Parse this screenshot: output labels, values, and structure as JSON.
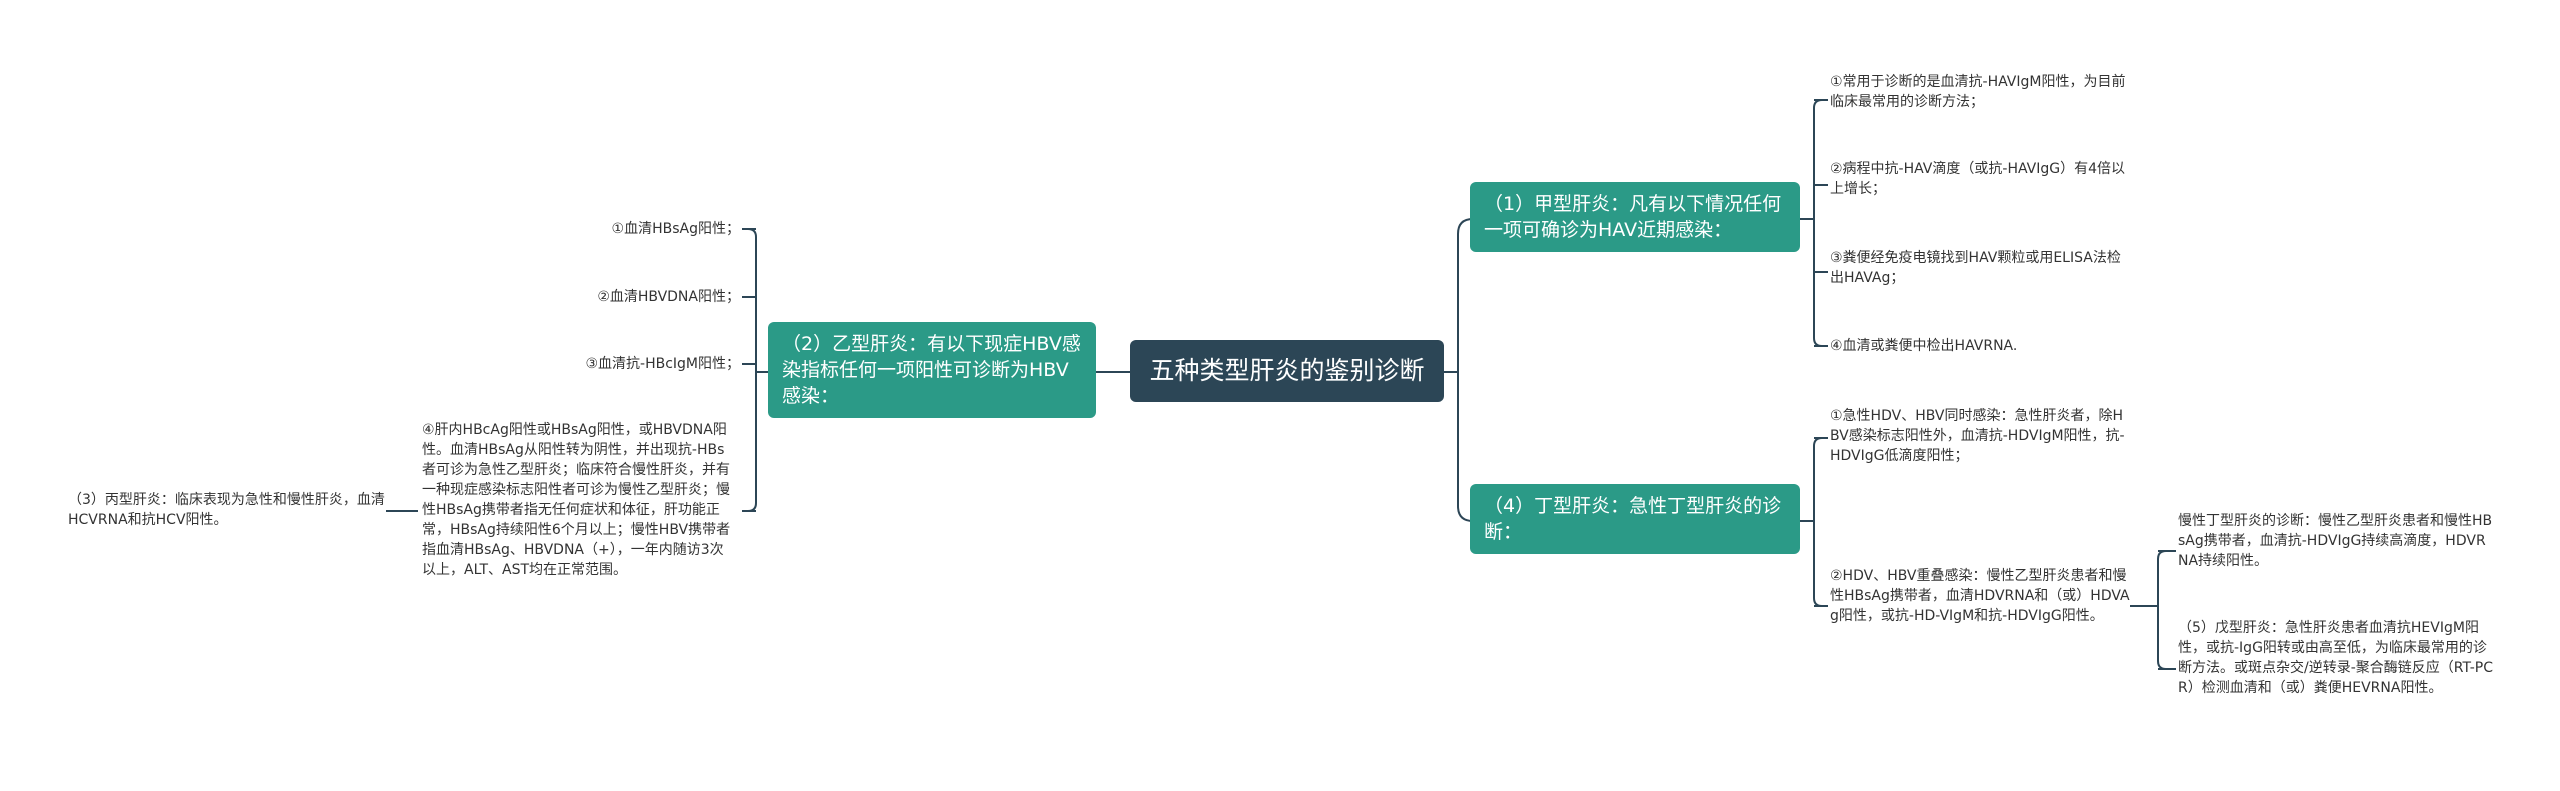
{
  "colors": {
    "root_bg": "#2c4656",
    "topic_bg": "#2b9a87",
    "line": "#2c4656",
    "leaf_text": "#333333"
  },
  "root": "五种类型肝炎的鉴别诊断",
  "right": {
    "hepatitis_a": {
      "label": "（1）甲型肝炎：凡有以下情况任何一项可确诊为HAV近期感染：",
      "items": [
        "①常用于诊断的是血清抗-HAVIgM阳性，为目前临床最常用的诊断方法；",
        "②病程中抗-HAV滴度（或抗-HAVIgG）有4倍以上增长；",
        "③粪便经免疫电镜找到HAV颗粒或用ELISA法检出HAVAg；",
        "④血清或粪便中检出HAVRNA."
      ]
    },
    "hepatitis_d": {
      "label": "（4）丁型肝炎：急性丁型肝炎的诊断：",
      "items": [
        "①急性HDV、HBV同时感染：急性肝炎者，除HBV感染标志阳性外，血清抗-HDVIgM阳性，抗-HDVIgG低滴度阳性；",
        "②HDV、HBV重叠感染：慢性乙型肝炎患者和慢性HBsAg携带者，血清HDVRNA和（或）HDVAg阳性，或抗-HD-VIgM和抗-HDVIgG阳性。"
      ],
      "sub_items": [
        "慢性丁型肝炎的诊断：慢性乙型肝炎患者和慢性HBsAg携带者，血清抗-HDVIgG持续高滴度，HDVRNA持续阳性。",
        "（5）戊型肝炎：急性肝炎患者血清抗HEVIgM阳性，或抗-IgG阳转或由高至低，为临床最常用的诊断方法。或斑点杂交/逆转录-聚合酶链反应（RT-PCR）检测血清和（或）粪便HEVRNA阳性。"
      ]
    }
  },
  "left": {
    "hepatitis_b": {
      "label": "（2）乙型肝炎：有以下现症HBV感染指标任何一项阳性可诊断为HBV感染：",
      "items": [
        "①血清HBsAg阳性；",
        "②血清HBVDNA阳性；",
        "③血清抗-HBcIgM阳性；",
        "④肝内HBcAg阳性或HBsAg阳性，或HBVDNA阳性。血清HBsAg从阳性转为阴性，并出现抗-HBs者可诊为急性乙型肝炎；临床符合慢性肝炎，并有一种现症感染标志阳性者可诊为慢性乙型肝炎；慢性HBsAg携带者指无任何症状和体征，肝功能正常，HBsAg持续阳性6个月以上；慢性HBV携带者指血清HBsAg、HBVDNA（+），一年内随访3次以上，ALT、AST均在正常范围。"
      ],
      "sub_items": [
        "（3）丙型肝炎：临床表现为急性和慢性肝炎，血清HCVRNA和抗HCV阳性。"
      ]
    }
  }
}
